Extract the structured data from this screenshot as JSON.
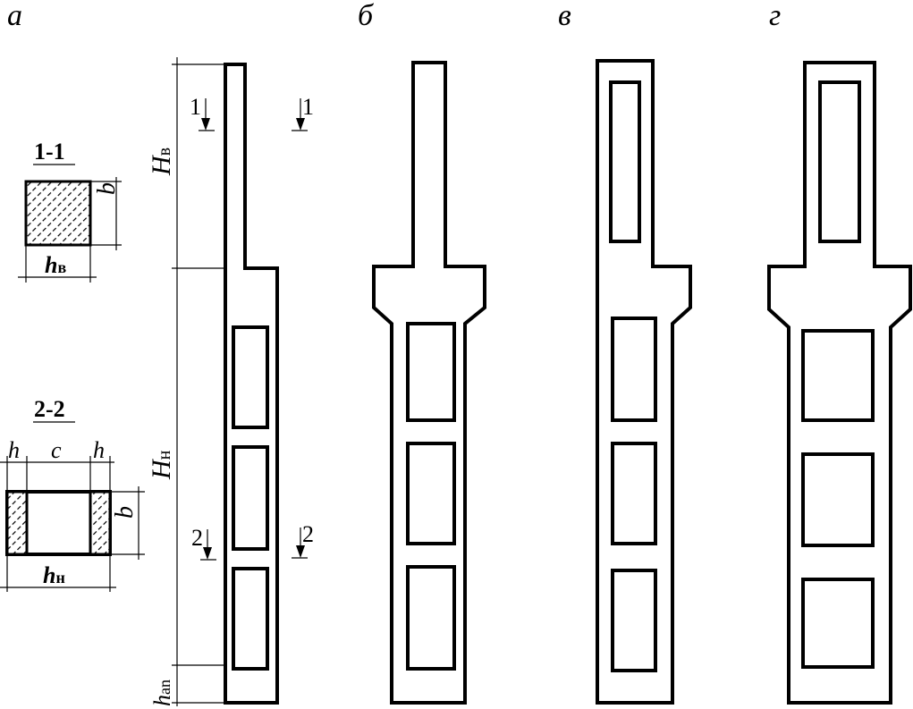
{
  "panels": {
    "a": "а",
    "b": "б",
    "v": "в",
    "g": "г"
  },
  "section_1": {
    "title": "1-1",
    "side_label": "b",
    "width_label": "h",
    "width_sub": "в"
  },
  "section_2": {
    "title": "2-2",
    "branch_left": "h",
    "gap": "c",
    "branch_right": "h",
    "side_label": "b",
    "width_label": "h",
    "width_sub": "н"
  },
  "dimensions": {
    "upper_height": "H",
    "upper_sub": "в",
    "lower_height": "H",
    "lower_sub": "н",
    "anchorage": "h",
    "anchorage_sub": "an"
  },
  "cut_marks": {
    "cut1": "1",
    "cut2": "2"
  }
}
